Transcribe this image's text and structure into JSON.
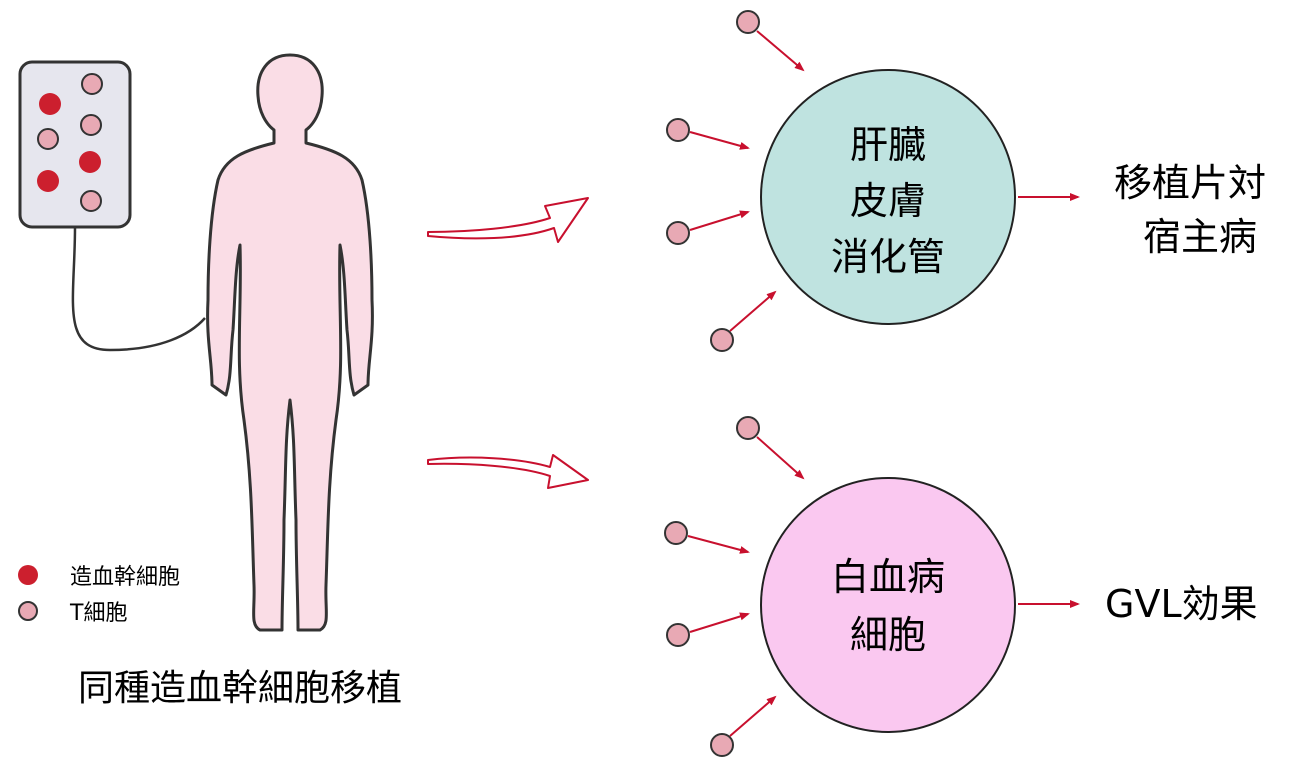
{
  "legend": {
    "stem_cell_label": "造血幹細胞",
    "t_cell_label": "T細胞"
  },
  "caption": "同種造血幹細胞移植",
  "targets": {
    "organs": {
      "line1": "肝臓",
      "line2": "皮膚",
      "line3": "消化管"
    },
    "leukemia": {
      "line1": "白血病",
      "line2": "細胞"
    }
  },
  "outcomes": {
    "gvhd_line1": "移植片対",
    "gvhd_line2": "宿主病",
    "gvl": "GVL効果"
  },
  "colors": {
    "stem_cell": "#cc1f2e",
    "t_cell": "#e8a9b4",
    "body": "#fadde6",
    "organ_circle": "#bfe3e0",
    "leukemia_circle": "#fac8f0",
    "arrow": "#c8102e",
    "bag": "#e6e6ee"
  },
  "icons": {
    "body": "human-body-icon",
    "bag": "transfusion-bag-icon"
  }
}
